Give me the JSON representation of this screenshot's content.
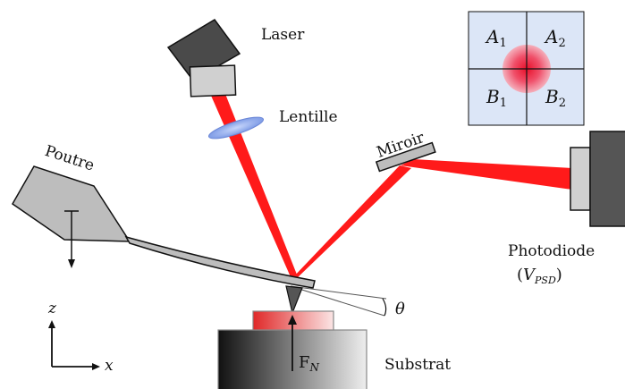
{
  "labels": {
    "laser": "Laser",
    "lens": "Lentille",
    "mirror": "Miroir",
    "beam_label": "Poutre",
    "photodiode": "Photodiode",
    "vpsd_open": "(",
    "vpsd_v": "V",
    "vpsd_sub": "PSD",
    "vpsd_close": ")",
    "substrate": "Substrat",
    "theta": "θ",
    "axis_z": "z",
    "axis_x": "x",
    "force_f": "F",
    "force_sub": "N"
  },
  "quadrants": [
    {
      "letter": "A",
      "index": "1"
    },
    {
      "letter": "A",
      "index": "2"
    },
    {
      "letter": "B",
      "index": "1"
    },
    {
      "letter": "B",
      "index": "2"
    }
  ],
  "colors": {
    "laser_beam": "#ff1a1a",
    "quadrant_bg": "#dce6f7",
    "substrate_dark": "#111111",
    "substrate_light": "#eeeeee",
    "sample_red": "#e03030",
    "lens_blue": "#8aa6ea"
  }
}
